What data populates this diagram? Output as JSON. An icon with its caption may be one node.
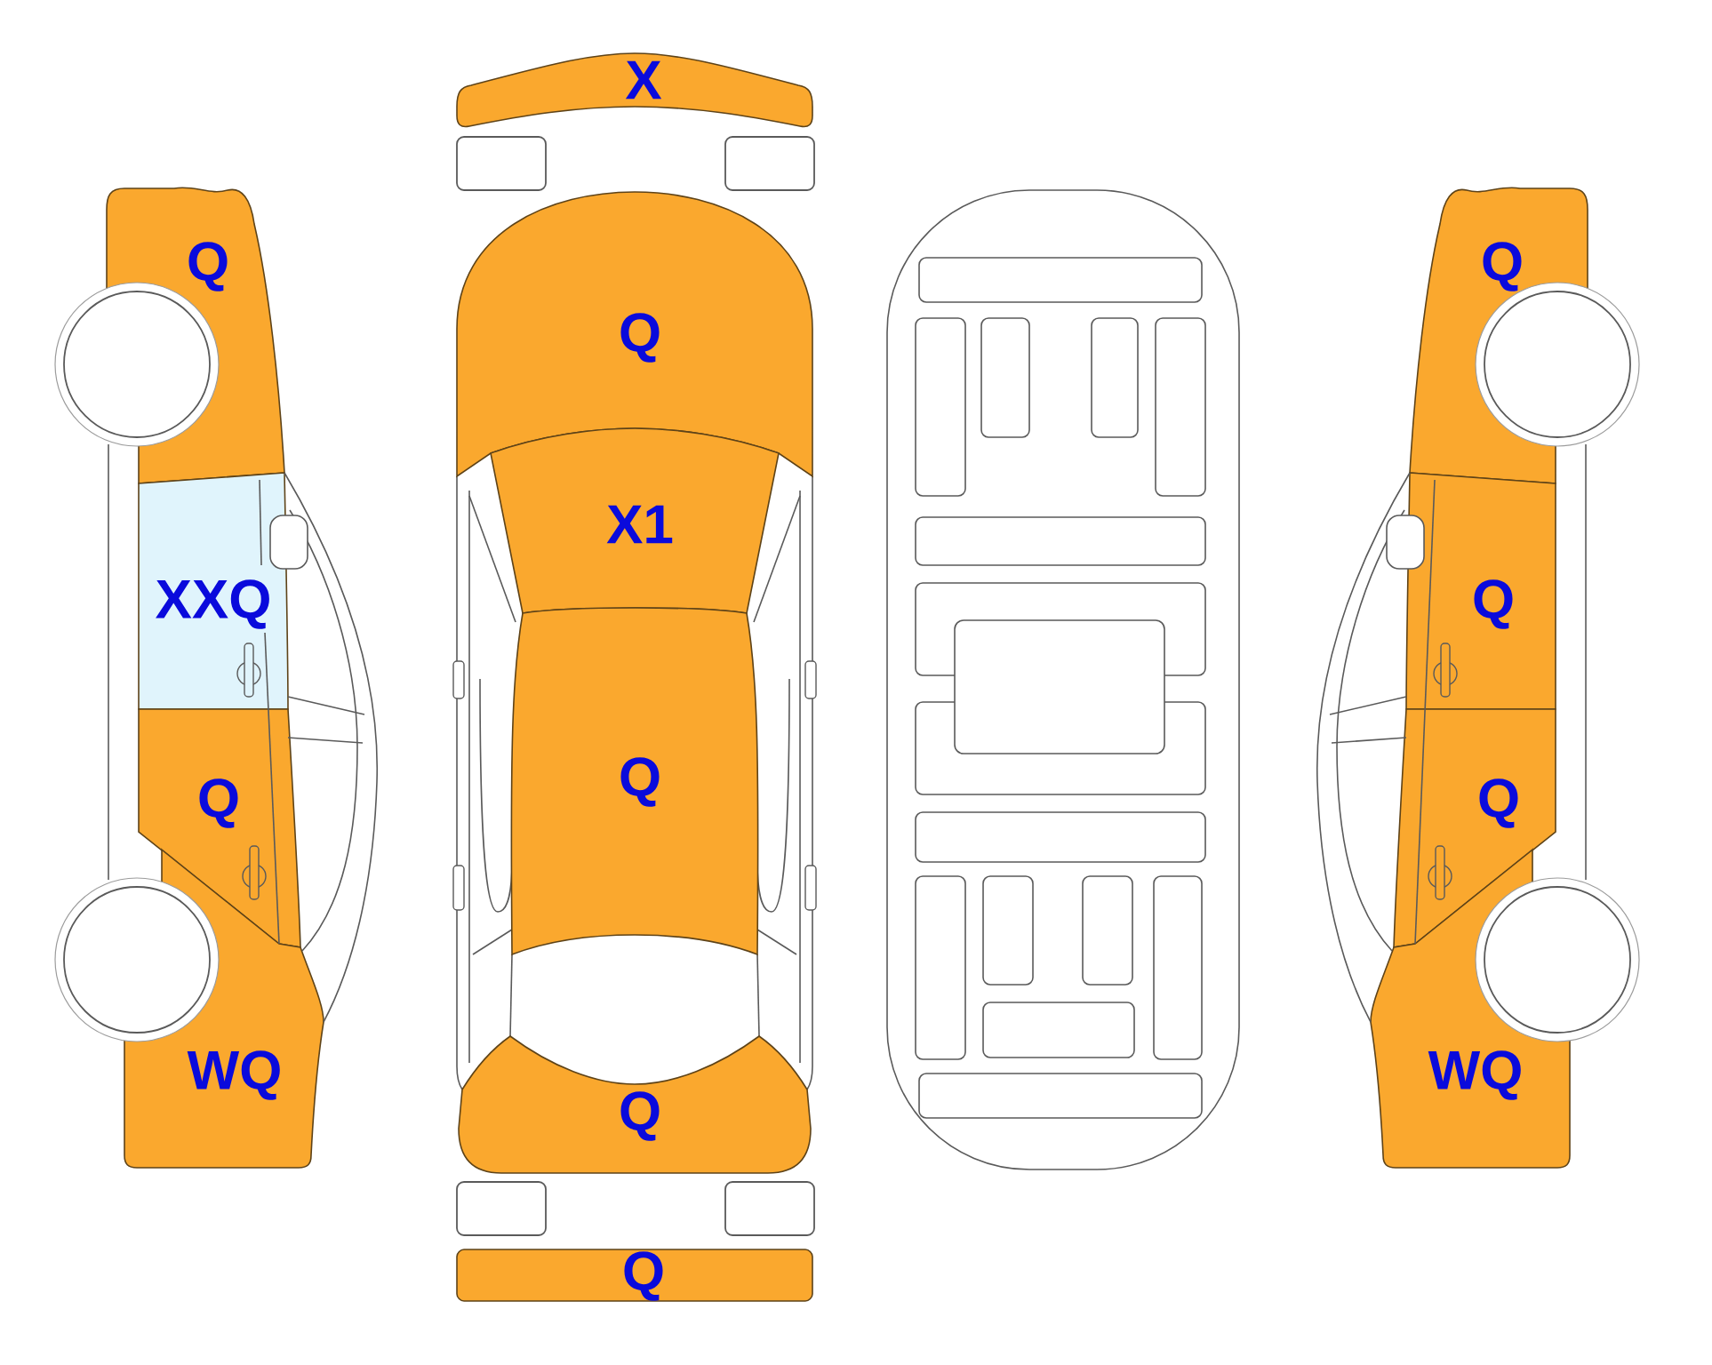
{
  "diagram": {
    "nodes": [
      {
        "text": [
          "X"
        ]
      },
      {
        "text": [
          "Q"
        ]
      },
      {
        "text": [
          "Q"
        ]
      },
      {
        "text": [
          "Q"
        ]
      },
      {
        "text": [
          "X1"
        ]
      },
      {
        "text": [
          "XXQ"
        ]
      },
      {
        "text": [
          "Q"
        ]
      },
      {
        "text": [
          "Q"
        ]
      },
      {
        "text": [
          "Q"
        ]
      },
      {
        "text": [
          "Q"
        ]
      },
      {
        "text": [
          "WQ"
        ]
      },
      {
        "text": [
          "Q"
        ]
      },
      {
        "text": [
          "WQ"
        ]
      },
      {
        "text": [
          "Q"
        ]
      }
    ]
  }
}
